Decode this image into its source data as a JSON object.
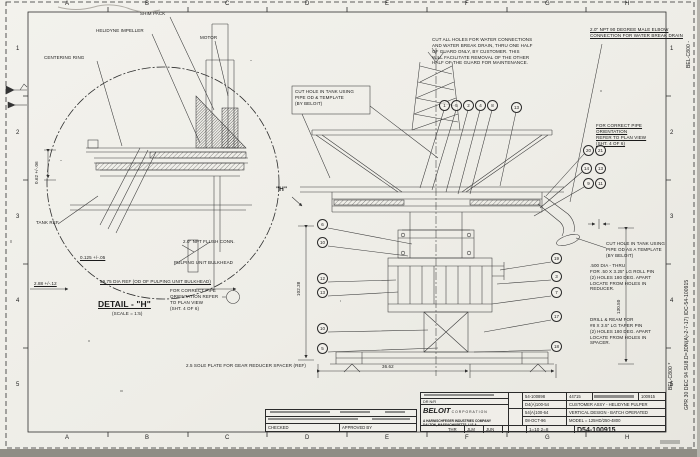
{
  "s": {
    "zb": [
      "A",
      "B",
      "C",
      "D",
      "E",
      "F",
      "G",
      "H"
    ],
    "zn": [
      "1",
      "2",
      "3",
      "4",
      "5"
    ],
    "mf": "GPR 30 DEC 94 SU8.D=JDN(A)-2-7-17) IDC-54-100915",
    "fc1": "BEL-C800 *",
    "fc2": "BEL-C800 -"
  },
  "d": {
    "cr": "CENTERING RING",
    "hi": "HELIDYNE IMPELLER",
    "sp": "SHIM PACK",
    "mo": "MOTOR",
    "tr": "TANK REF",
    "fc": "2.0\" NPT FLUSH CONN.",
    "bu": "PULPING UNIT BULKHEAD",
    "d1": "0.62 +/-.06",
    "d2": "0.125 +/-.05",
    "d3": "2.88 +/-.12",
    "d4": "59.75 DIA REF (OD OF PULPING UNIT BULKHEAD)",
    "title": "DETAIL - \"H\"",
    "scale": "(SCALE = 1:5)",
    "note": "FOR CORRECT PIPE\nORIENTATION REFER\nTO PLAN VIEW\n(SHT. 4 OF 6)"
  },
  "m": {
    "h": "\"H\"",
    "guard": "CUT ALL HOLES FOR WATER CONNECTIONS\nAND WATER BREAK DRAIN, THRU ONE HALF\nOF GUARD ONLY, BY CUSTOMER. THIS\nWILL FACILITATE REMOVAL OF THE OTHER\nHALF OF THE GUARD FOR MAINTENANCE.",
    "elbow": "2.0\" NPT 90 DEGREE MALE ELBOW\nCONNECTION FOR WATER BREAK DRAIN",
    "po": "FOR CORRECT PIPE ORIENTATION\nREFER TO PLAN VIEW\n(SHT. 4 OF 6)",
    "chl": "CUT HOLE IN TANK USING\nPIPE OD & TEMPLATE\n(BY BELOIT)",
    "chr": "CUT HOLE IN TANK USING\nPIPE OD AS A TEMPLATE\n(BY BELOIT)",
    "rp": ".500 DIA - THRU\nFOR .50 X 3.25\" LG ROLL PIN\n(2) HOLES 180 DEG. APART\nLOCATE FROM HOLES IN\nREDUCER.",
    "tp": "DRILL & REAM FOR\n#8 X 3.5\" LG TAPER PIN\n(2) HOLES 180 DEG. APART\nLOCATE FROM HOLES IN\nSPACER.",
    "sole": "2.5 SOLE PLATE FOR GEAR REDUCER SPACER (REF)",
    "dh": "102.38",
    "dw": "36.62",
    "dr": "130.50",
    "bt": [
      "1",
      "5",
      "2",
      "4",
      "8",
      "13"
    ],
    "bl": [
      "6",
      "10",
      "12",
      "13",
      "10",
      "5"
    ],
    "bp": [
      [
        "20",
        "21"
      ],
      [
        "14",
        "13"
      ],
      [
        "9",
        "11"
      ]
    ],
    "bc": [
      "19",
      "3",
      "7",
      "17",
      "18"
    ]
  },
  "t": {
    "co": "BELOIT",
    "co2": "CORPORATION",
    "sub": "A HARNISCHFEGER INDUSTRIES COMPANY",
    "addr": "DALTON, MASSACHUSETTS, U.S.A.",
    "dr": "DR    N/R",
    "pn0": "54-100898",
    "pn1": "D4(A)100-54",
    "pn2": "54(A)100-64",
    "date": "08-OCT-96",
    "fno": "44715",
    "rno": "100915",
    "t1": "CUSTOMER ASSY - HELIDYNE PULPER",
    "t2": "VERTICAL DESIGN - BATCH OPERATED",
    "model": "MODEL = 125HD/250-4800",
    "thr": "THR",
    "jlm": "JLM",
    "jun": "JUN",
    "scale": "1=10 2=8",
    "dn": "D54-100915",
    "chk": "CHECKED",
    "app": "APPROVED BY"
  }
}
